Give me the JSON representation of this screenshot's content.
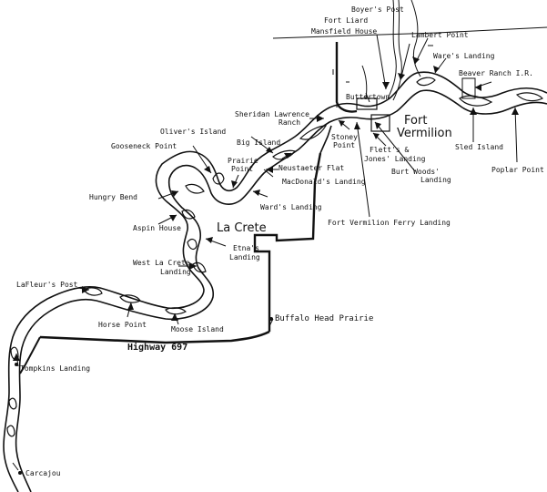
{
  "map": {
    "towns": {
      "fort_vermilion_line1": "Fort",
      "fort_vermilion_line2": "Vermilion",
      "la_crete": "La Crete"
    },
    "road": {
      "highway": "Highway 697"
    },
    "places": {
      "boyers_post": "Boyer's Post",
      "fort_liard": "Fort Liard",
      "mansfield_house": "Mansfield House",
      "lambert_point": "Lambert Point",
      "wares_landing": "Ware's Landing",
      "beaver_ranch": "Beaver Ranch I.R.",
      "buttertown": "Buttertown",
      "sheridan_1": "Sheridan Lawrence",
      "sheridan_2": "Ranch",
      "olivers_island": "Oliver's Island",
      "big_island": "Big Island",
      "gooseneck_point": "Gooseneck Point",
      "stoney_1": "Stoney",
      "stoney_2": "Point",
      "fletts_1": "Flett's &",
      "fletts_2": "Jones' Landing",
      "sled_island": "Sled Island",
      "poplar_point": "Poplar Point",
      "burt_1": "Burt Woods'",
      "burt_2": "Landing",
      "prairie_1": "Prairie",
      "prairie_2": "Point",
      "neustaeter_flat": "Neustaeter Flat",
      "macdonalds_landing": "MacDonald's Landing",
      "hungry_bend": "Hungry Bend",
      "wards_landing": "Ward's Landing",
      "aspin_house": "Aspin House",
      "ferry_landing": "Fort Vermilion Ferry Landing",
      "etnas_1": "Etna's",
      "etnas_2": "Landing",
      "west_la_crete_1": "West La Crete",
      "west_la_crete_2": "Landing",
      "lafleurs_post": "LaFleur's Post",
      "horse_point": "Horse Point",
      "moose_island": "Moose Island",
      "buffalo_head_prairie": "Buffalo Head Prairie",
      "tompkins_landing": "Tompkins Landing",
      "carcajou": "Carcajou"
    }
  }
}
